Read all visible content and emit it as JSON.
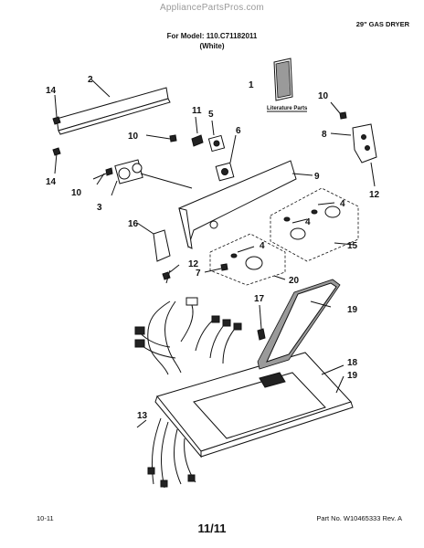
{
  "header": {
    "site": "AppliancePartsPros.com",
    "product_type": "29\" GAS DRYER",
    "model_line1": "For Model: 110.C71182011",
    "model_line2": "(White)"
  },
  "footer": {
    "date": "10-11",
    "page": "11/11",
    "part_number": "Part No. W10465333 Rev. A"
  },
  "literature_label": "Literature Parts",
  "callouts": [
    "1",
    "2",
    "3",
    "4",
    "4",
    "4",
    "5",
    "6",
    "7",
    "8",
    "9",
    "10",
    "10",
    "10",
    "11",
    "12",
    "12",
    "13",
    "14",
    "14",
    "15",
    "16",
    "17",
    "18",
    "19",
    "19",
    "20"
  ]
}
